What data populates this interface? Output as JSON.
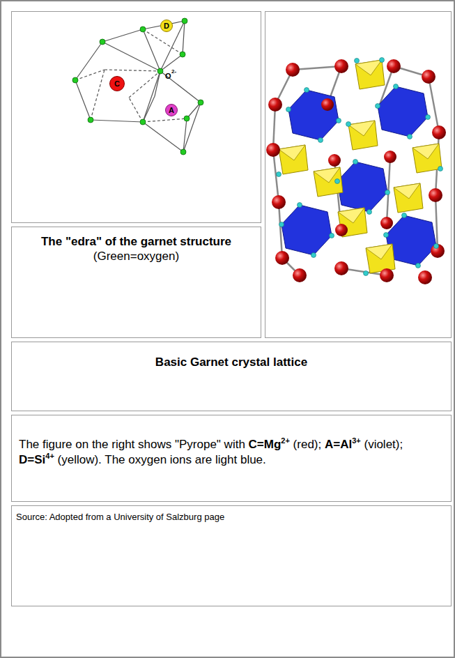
{
  "diagram": {
    "nodes": [
      {
        "text": [
          "D"
        ]
      },
      {
        "text": [
          "C"
        ]
      },
      {
        "text": [
          "A"
        ]
      },
      {
        "text": [
          "The \"edra\" of the garnet structure",
          "(Green=oxygen)"
        ]
      },
      {
        "text": [
          "Basic Garnet crystal lattice"
        ]
      },
      {
        "text": [
          "The figure on the right shows \"Pyrope\" with",
          "C=Mg",
          "2+",
          "(red);",
          "A=Al",
          "3+",
          "(violet);",
          "D=Si",
          "4+",
          "(yellow). The oxygen ions are light blue."
        ]
      },
      {
        "text": [
          "Source: Adopted from a University of Salzburg page"
        ]
      }
    ],
    "labels": [
      "O",
      "2-"
    ]
  }
}
